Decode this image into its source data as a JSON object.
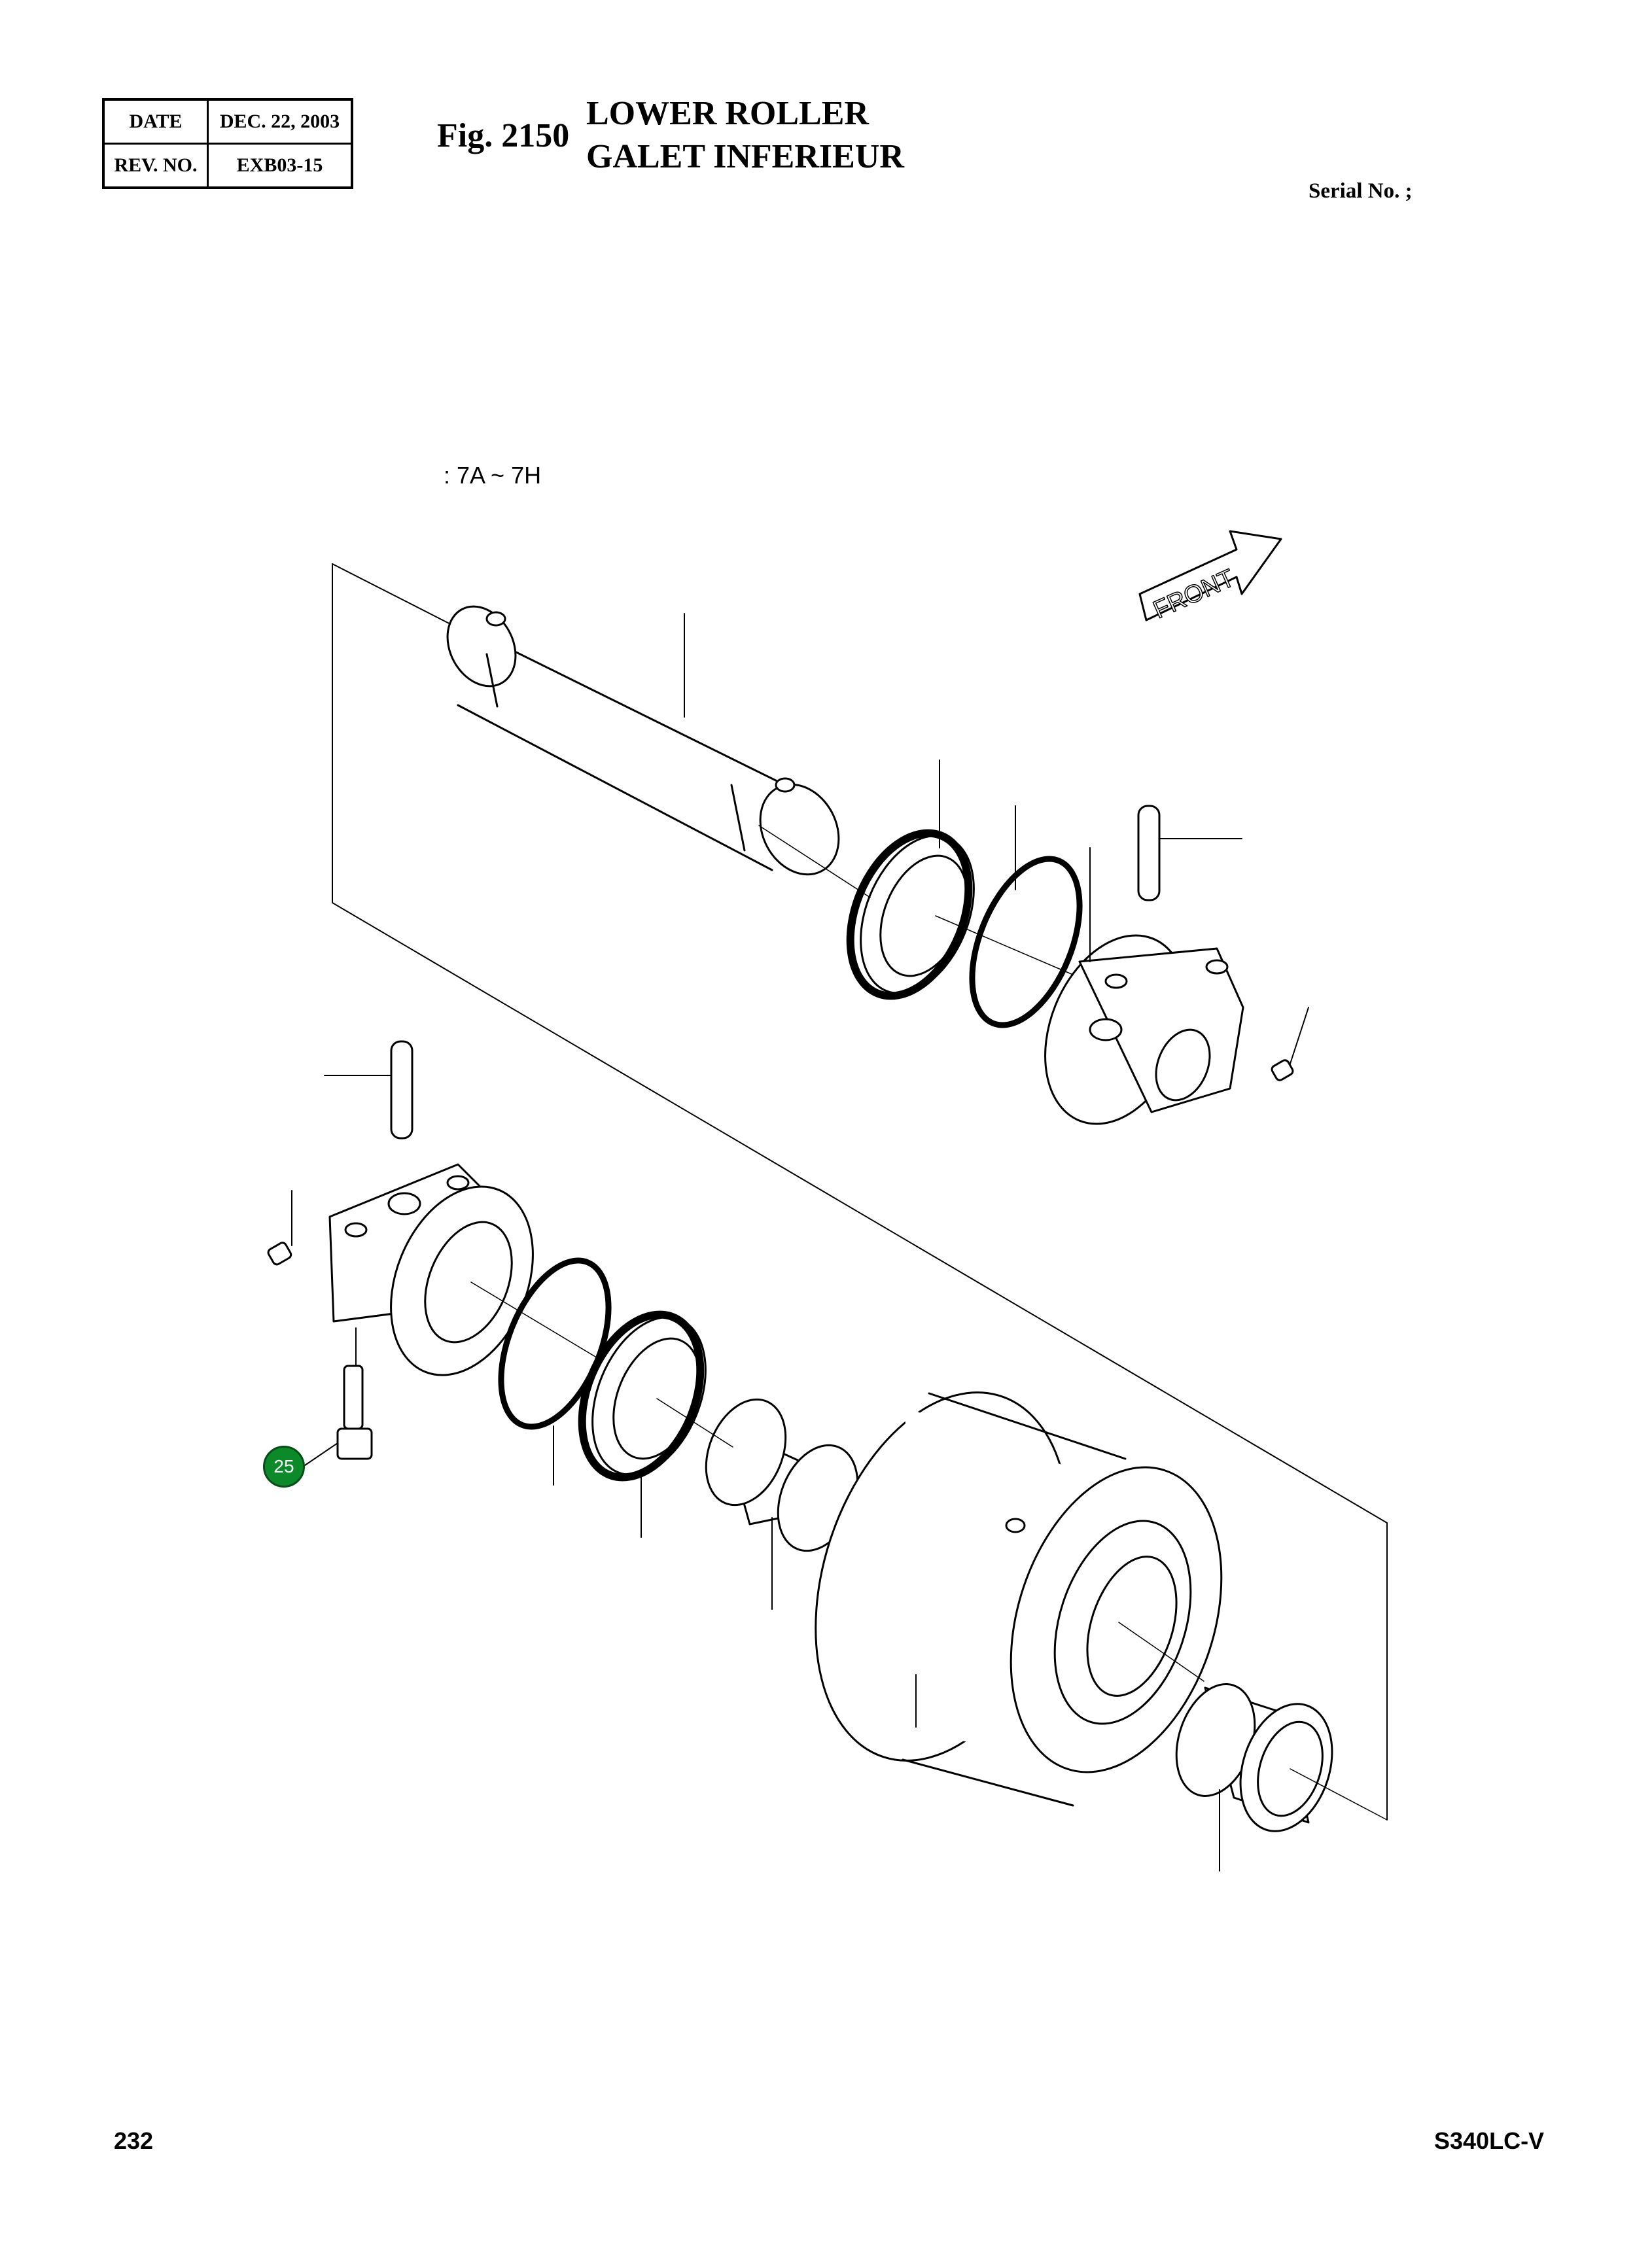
{
  "header": {
    "date_label": "DATE",
    "date_value": "DEC. 22, 2003",
    "rev_label": "REV. NO.",
    "rev_value": "EXB03-15",
    "fig_label": "Fig. 2150",
    "title_en": "LOWER ROLLER",
    "title_fr": "GALET INFERIEUR",
    "serial_label": "Serial No. ;"
  },
  "drawing": {
    "range_note": ": 7A ~ 7H",
    "front_label": "FRONT",
    "callouts": [
      {
        "number": "25",
        "color": "#0c8a2a"
      }
    ]
  },
  "footer": {
    "page_number": "232",
    "model": "S340LC-V"
  }
}
